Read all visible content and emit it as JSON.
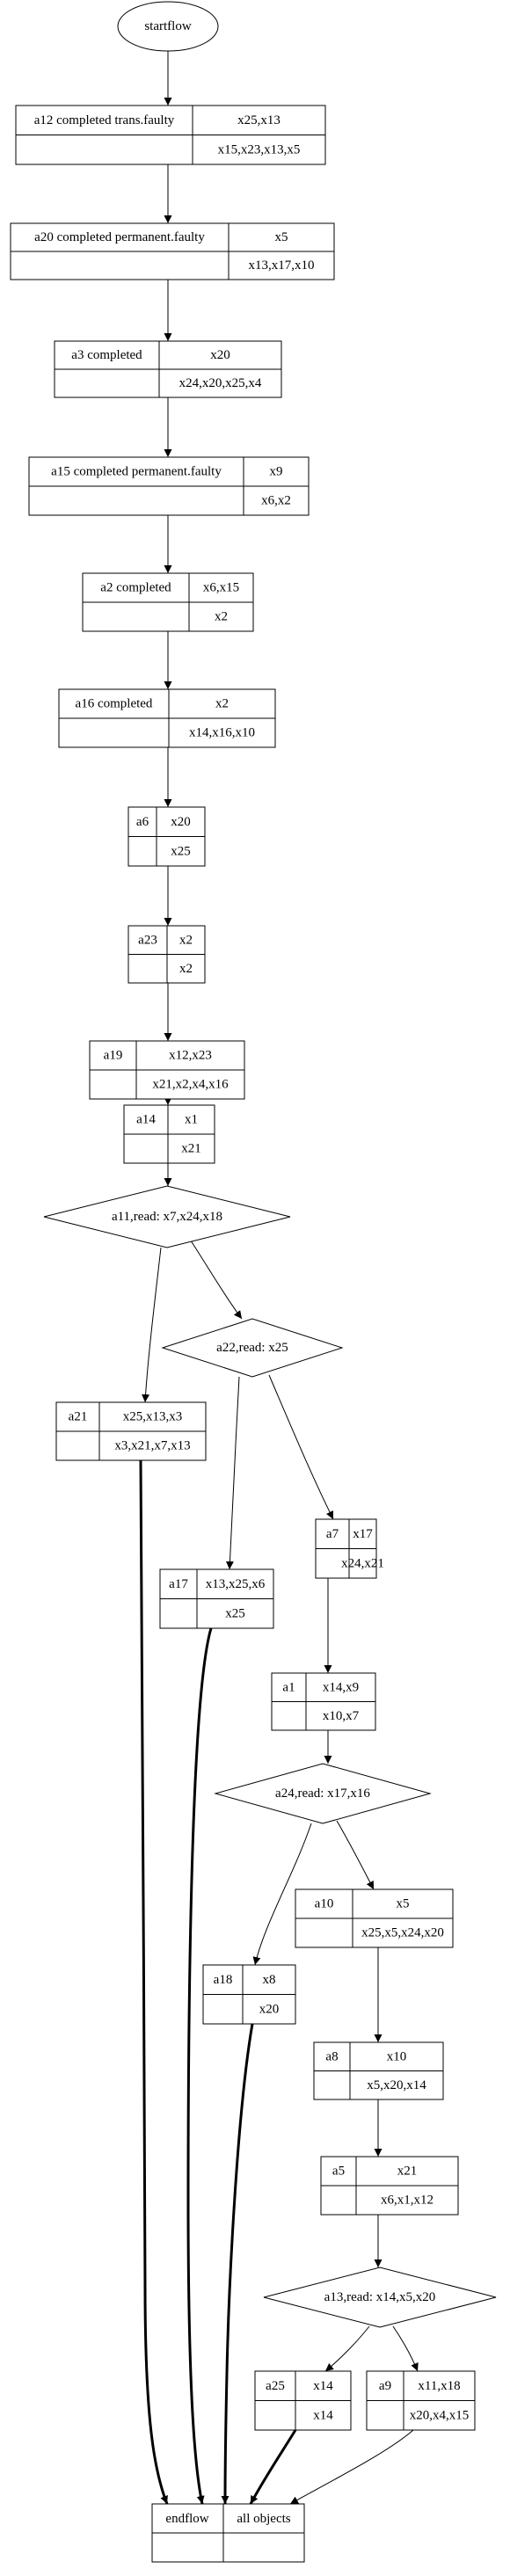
{
  "start": {
    "label": "startflow"
  },
  "end": {
    "left": "endflow",
    "right": "all objects"
  },
  "activities": [
    {
      "id": "a12",
      "label": "a12 completed trans.faulty",
      "writes": "x25,x13",
      "reads": "x15,x23,x13,x5"
    },
    {
      "id": "a20",
      "label": "a20 completed permanent.faulty",
      "writes": "x5",
      "reads": "x13,x17,x10"
    },
    {
      "id": "a3",
      "label": "a3 completed",
      "writes": "x20",
      "reads": "x24,x20,x25,x4"
    },
    {
      "id": "a15",
      "label": "a15 completed permanent.faulty",
      "writes": "x9",
      "reads": "x6,x2"
    },
    {
      "id": "a2",
      "label": "a2 completed",
      "writes": "x6,x15",
      "reads": "x2"
    },
    {
      "id": "a16",
      "label": "a16 completed",
      "writes": "x2",
      "reads": "x14,x16,x10"
    },
    {
      "id": "a6",
      "label": "a6",
      "writes": "x20",
      "reads": "x25"
    },
    {
      "id": "a23",
      "label": "a23",
      "writes": "x2",
      "reads": "x2"
    },
    {
      "id": "a19",
      "label": "a19",
      "writes": "x12,x23",
      "reads": "x21,x2,x4,x16"
    },
    {
      "id": "a14",
      "label": "a14",
      "writes": "x1",
      "reads": "x21"
    },
    {
      "id": "a21",
      "label": "a21",
      "writes": "x25,x13,x3",
      "reads": "x3,x21,x7,x13"
    },
    {
      "id": "a7",
      "label": "a7",
      "writes": "x17",
      "reads": "x24,x21"
    },
    {
      "id": "a17",
      "label": "a17",
      "writes": "x13,x25,x6",
      "reads": "x25"
    },
    {
      "id": "a1",
      "label": "a1",
      "writes": "x14,x9",
      "reads": "x10,x7"
    },
    {
      "id": "a10",
      "label": "a10",
      "writes": "x5",
      "reads": "x25,x5,x24,x20"
    },
    {
      "id": "a18",
      "label": "a18",
      "writes": "x8",
      "reads": "x20"
    },
    {
      "id": "a8",
      "label": "a8",
      "writes": "x10",
      "reads": "x5,x20,x14"
    },
    {
      "id": "a5",
      "label": "a5",
      "writes": "x21",
      "reads": "x6,x1,x12"
    },
    {
      "id": "a25",
      "label": "a25",
      "writes": "x14",
      "reads": "x14"
    },
    {
      "id": "a9",
      "label": "a9",
      "writes": "x11,x18",
      "reads": "x20,x4,x15"
    }
  ],
  "decisions": [
    {
      "id": "a11",
      "label": "a11,read: x7,x24,x18"
    },
    {
      "id": "a22",
      "label": "a22,read: x25"
    },
    {
      "id": "a24",
      "label": "a24,read: x17,x16"
    },
    {
      "id": "a13",
      "label": "a13,read: x14,x5,x20"
    }
  ]
}
